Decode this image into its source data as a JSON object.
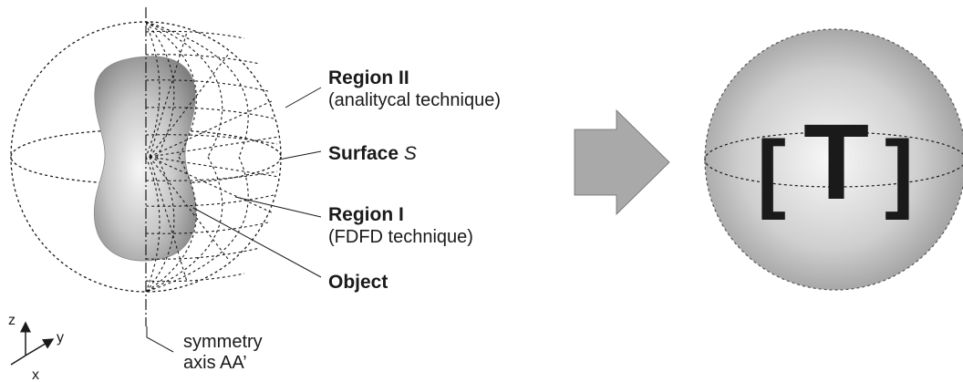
{
  "labels": {
    "region2_title": "Region II",
    "region2_sub": "(analitycal technique)",
    "surface_title": "Surface ",
    "surface_var": "S",
    "region1_title": "Region I",
    "region1_sub": "(FDFD technique)",
    "object": "Object",
    "symmetry_line1": "symmetry",
    "symmetry_line2": "axis AA’"
  },
  "axes": {
    "z": "z",
    "y": "y",
    "x": "x"
  },
  "result_sphere": {
    "left_bracket": "[",
    "letter": "T",
    "right_bracket": "]"
  },
  "colors": {
    "ink": "#1a1a1a",
    "object_light": "#f4f4f4",
    "object_dark": "#6e6e6e",
    "arrow_fill": "#a9a9a9",
    "sphere_dark": "#8a8a8a"
  }
}
